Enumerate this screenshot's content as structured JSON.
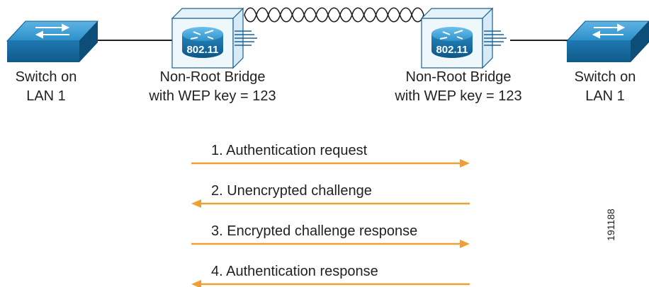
{
  "devices": {
    "switch_left": {
      "line1": "Switch on",
      "line2": "LAN 1"
    },
    "bridge_left": {
      "line1": "Non-Root Bridge",
      "line2": "with WEP key = 123",
      "badge": "802.11"
    },
    "bridge_right": {
      "line1": "Non-Root Bridge",
      "line2": "with WEP key = 123",
      "badge": "802.11"
    },
    "switch_right": {
      "line1": "Switch on",
      "line2": "LAN 1"
    }
  },
  "messages": [
    {
      "label": "1. Authentication request",
      "direction": "right"
    },
    {
      "label": "2. Unencrypted challenge",
      "direction": "left"
    },
    {
      "label": "3. Encrypted challenge response",
      "direction": "right"
    },
    {
      "label": "4. Authentication response",
      "direction": "left"
    }
  ],
  "figure_id": "191188",
  "colors": {
    "device_blue": "#2a8fc8",
    "device_blue_dark": "#0f5a8a",
    "arrow_orange": "#f0a033",
    "text": "#231f20"
  },
  "icons": [
    "switch-icon",
    "wireless-bridge-icon",
    "wireless-link-icon"
  ]
}
